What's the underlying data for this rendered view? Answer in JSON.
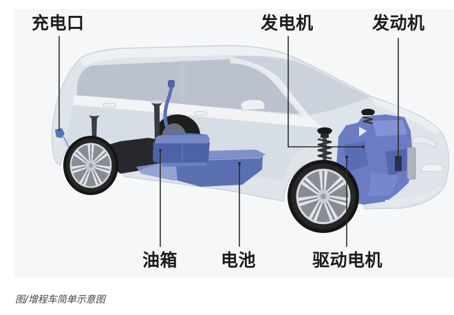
{
  "figure": {
    "labels": {
      "charging_port": "充电口",
      "generator": "发电机",
      "engine": "发动机",
      "fuel_tank": "油箱",
      "battery": "电池",
      "drive_motor": "驱动电机"
    },
    "caption": "图/增程车简单示意图"
  },
  "colors": {
    "panel_background": "#f6f7f9",
    "car_body": "#dde1e8",
    "component_blue": "#5a70b8",
    "fuel_tank": "#4e62a6",
    "battery": "#5b70b0",
    "engine": "#6b7cc4",
    "leader_line": "#2a2a2a",
    "tire": "#151515"
  }
}
